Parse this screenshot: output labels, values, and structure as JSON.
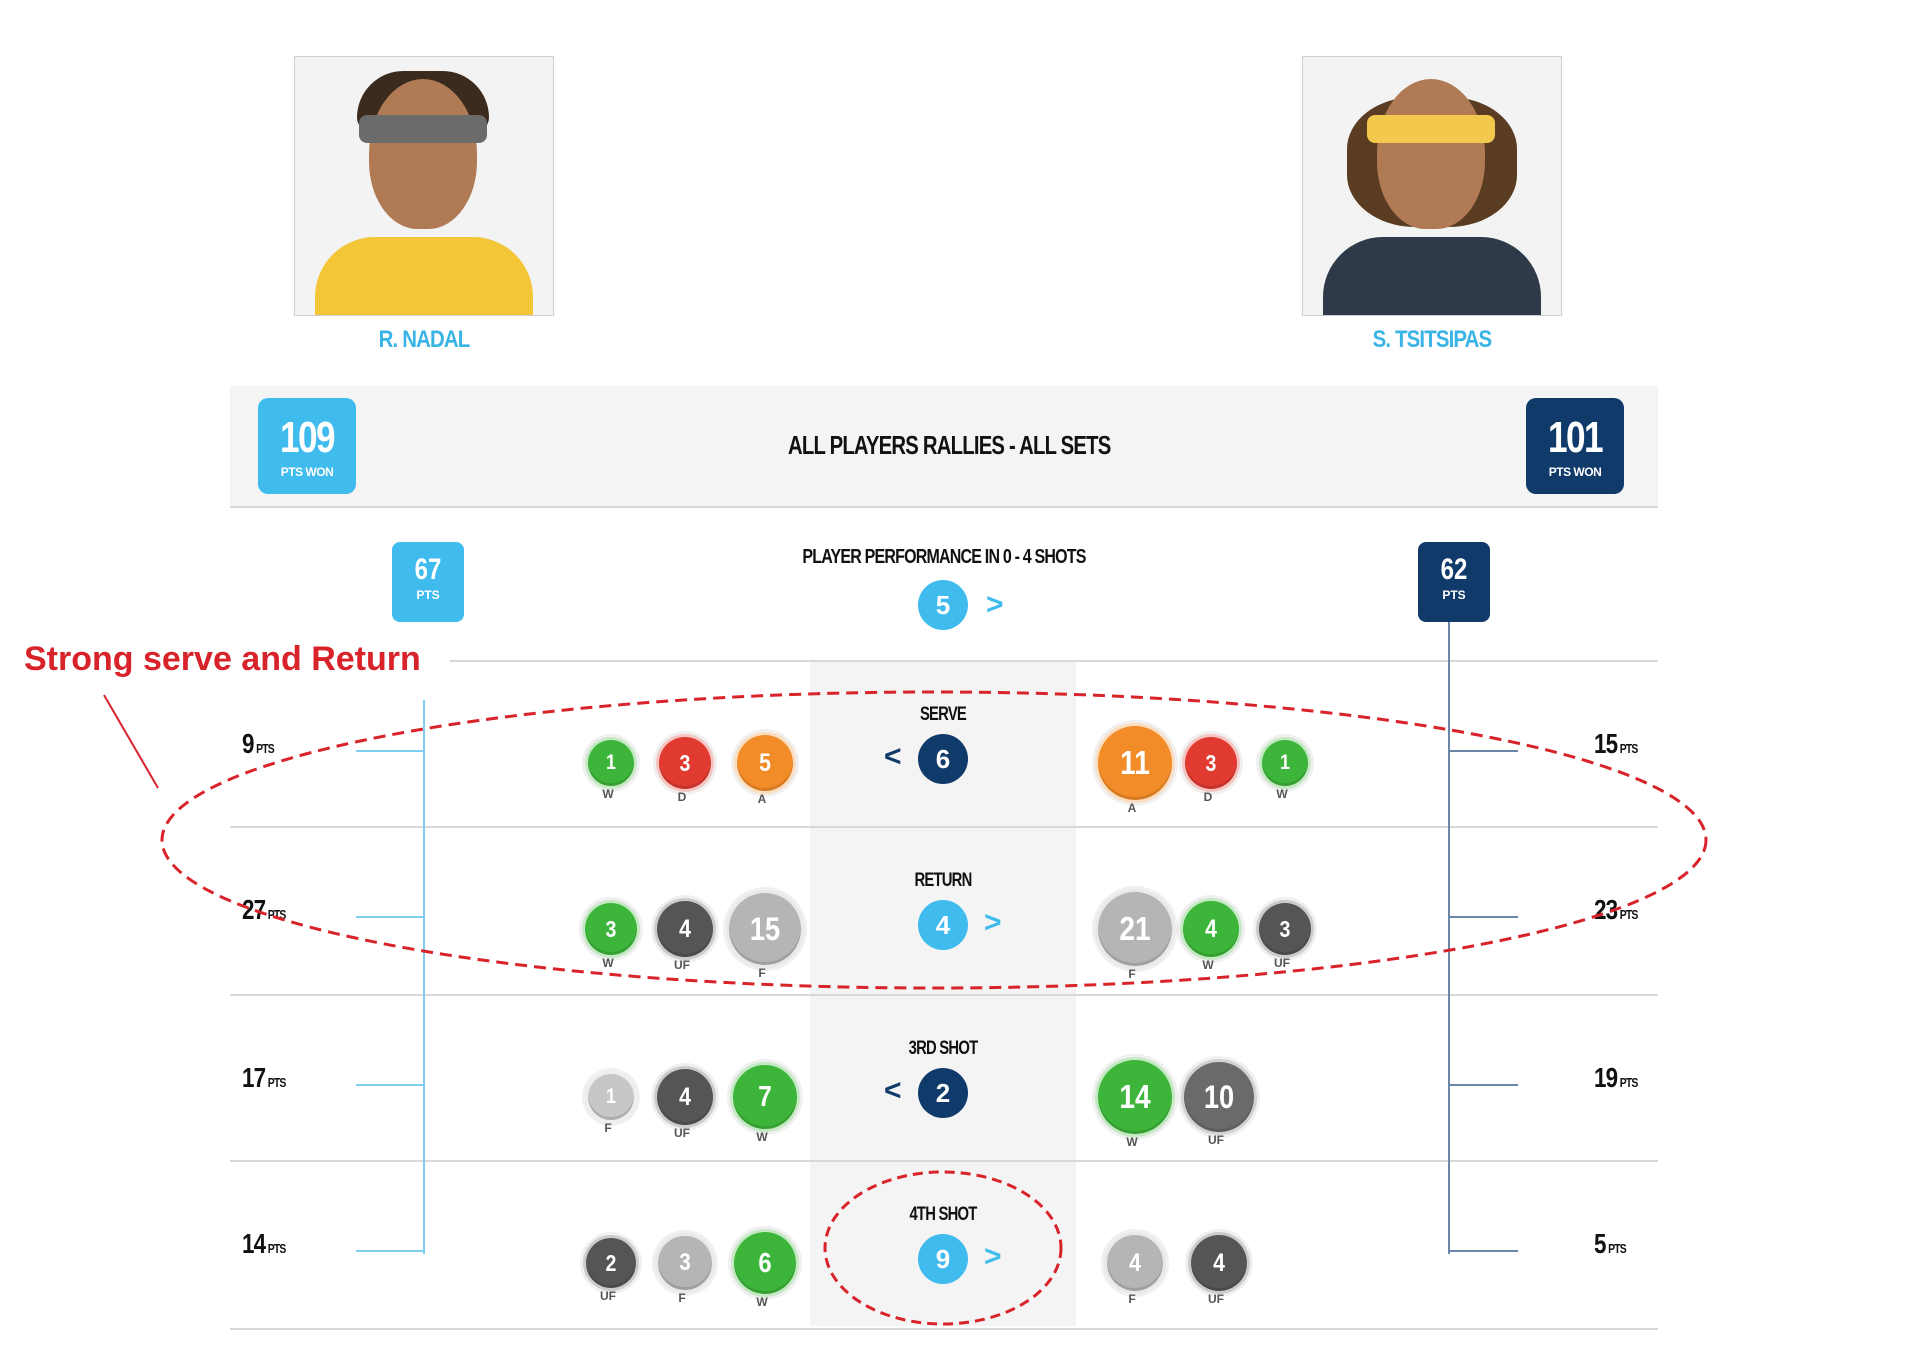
{
  "players": {
    "left": {
      "name": "R. NADAL"
    },
    "right": {
      "name": "S. TSITSIPAS"
    }
  },
  "header": {
    "title": "ALL PLAYERS RALLIES - ALL SETS",
    "left_score": "109",
    "left_score_label": "PTS WON",
    "right_score": "101",
    "right_score_label": "PTS WON"
  },
  "performance": {
    "title": "PLAYER PERFORMANCE IN 0 - 4 SHOTS",
    "left_pts": "67",
    "left_pts_label": "PTS",
    "right_pts": "62",
    "right_pts_label": "PTS",
    "nav_value": "5",
    "next": ">"
  },
  "rows": [
    {
      "label": "SERVE",
      "nav": "6",
      "prev": "<",
      "left_pts": "9",
      "right_pts": "15",
      "unit": "PTS",
      "left": [
        {
          "v": "1",
          "l": "W",
          "c": "#3db53a",
          "s": 46
        },
        {
          "v": "3",
          "l": "D",
          "c": "#e03a31",
          "s": 52
        },
        {
          "v": "5",
          "l": "A",
          "c": "#f28c28",
          "s": 56
        }
      ],
      "right": [
        {
          "v": "11",
          "l": "A",
          "c": "#f28c28",
          "s": 74
        },
        {
          "v": "3",
          "l": "D",
          "c": "#e03a31",
          "s": 52
        },
        {
          "v": "1",
          "l": "W",
          "c": "#3db53a",
          "s": 46
        }
      ]
    },
    {
      "label": "RETURN",
      "nav": "4",
      "next": ">",
      "left_pts": "27",
      "right_pts": "23",
      "unit": "PTS",
      "left": [
        {
          "v": "3",
          "l": "W",
          "c": "#3db53a",
          "s": 52
        },
        {
          "v": "4",
          "l": "UF",
          "c": "#555555",
          "s": 56
        },
        {
          "v": "15",
          "l": "F",
          "c": "#b5b5b5",
          "s": 72
        }
      ],
      "right": [
        {
          "v": "21",
          "l": "F",
          "c": "#b5b5b5",
          "s": 74
        },
        {
          "v": "4",
          "l": "W",
          "c": "#3db53a",
          "s": 56
        },
        {
          "v": "3",
          "l": "UF",
          "c": "#555555",
          "s": 52
        }
      ]
    },
    {
      "label": "3RD SHOT",
      "nav": "2",
      "prev": "<",
      "left_pts": "17",
      "right_pts": "19",
      "unit": "PTS",
      "left": [
        {
          "v": "1",
          "l": "F",
          "c": "#c7c7c7",
          "s": 46
        },
        {
          "v": "4",
          "l": "UF",
          "c": "#555555",
          "s": 56
        },
        {
          "v": "7",
          "l": "W",
          "c": "#3db53a",
          "s": 64
        }
      ],
      "right": [
        {
          "v": "14",
          "l": "W",
          "c": "#3db53a",
          "s": 74
        },
        {
          "v": "10",
          "l": "UF",
          "c": "#6a6a6a",
          "s": 70
        }
      ]
    },
    {
      "label": "4TH SHOT",
      "nav": "9",
      "next": ">",
      "left_pts": "14",
      "right_pts": "5",
      "unit": "PTS",
      "left": [
        {
          "v": "2",
          "l": "UF",
          "c": "#555555",
          "s": 50
        },
        {
          "v": "3",
          "l": "F",
          "c": "#b5b5b5",
          "s": 54
        },
        {
          "v": "6",
          "l": "W",
          "c": "#3db53a",
          "s": 62
        }
      ],
      "right": [
        {
          "v": "4",
          "l": "F",
          "c": "#b5b5b5",
          "s": 56
        },
        {
          "v": "4",
          "l": "UF",
          "c": "#555555",
          "s": 56
        }
      ]
    }
  ],
  "annotation": {
    "text": "Strong serve and Return"
  },
  "colors": {
    "light_blue": "#3fbbee",
    "dark_blue": "#0f3a6a",
    "annotation_red": "#d8232a"
  }
}
